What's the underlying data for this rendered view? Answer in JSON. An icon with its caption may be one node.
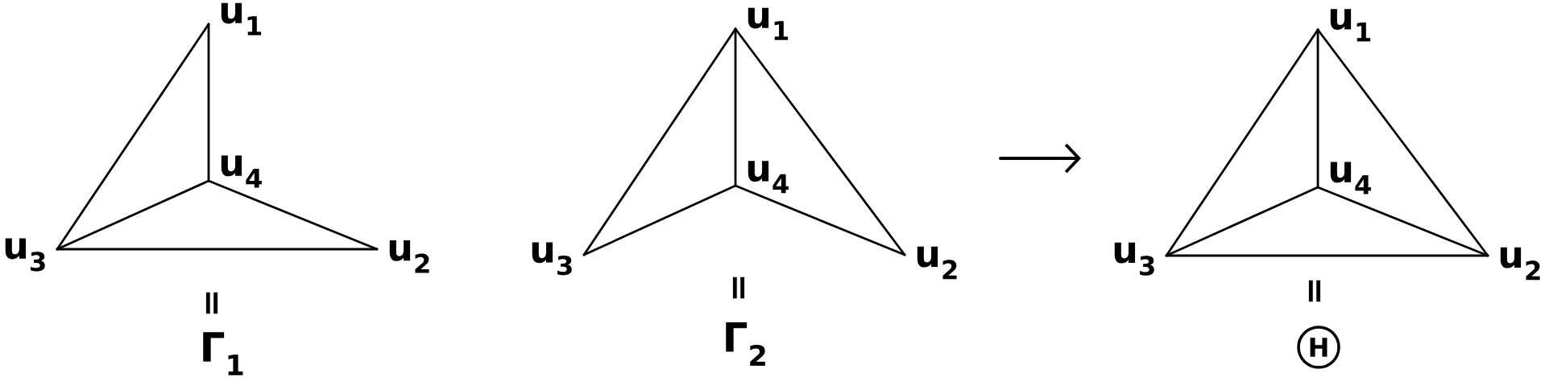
{
  "diagram": {
    "nodes": [
      {
        "text": [
          "u$_{1}$"
        ]
      },
      {
        "text": [
          "u$_{4}$"
        ]
      },
      {
        "text": [
          "u$_{3}$"
        ]
      },
      {
        "text": [
          "u$_{2}$"
        ]
      },
      {
        "text": [
          "u$_{1}$"
        ]
      },
      {
        "text": [
          "u$_{4}$"
        ]
      },
      {
        "text": [
          "u$_{3}$"
        ]
      },
      {
        "text": [
          "u$_{2}$"
        ]
      },
      {
        "text": [
          "u$_{1}$"
        ]
      },
      {
        "text": [
          "u$_{4}$"
        ]
      },
      {
        "text": [
          "u$_{3}$"
        ]
      },
      {
        "text": [
          "u$_{2}$"
        ]
      },
      {
        "text": [
          "H"
        ]
      }
    ],
    "edges": [
      {
        "from": 0,
        "to": 2,
        "arrow": "none"
      },
      {
        "from": 0,
        "to": 1,
        "arrow": "none"
      },
      {
        "from": 1,
        "to": 2,
        "arrow": "none"
      },
      {
        "from": 1,
        "to": 3,
        "arrow": "none"
      },
      {
        "from": 2,
        "to": 3,
        "arrow": "none"
      },
      {
        "from": 4,
        "to": 6,
        "arrow": "none"
      },
      {
        "from": 4,
        "to": 5,
        "arrow": "none"
      },
      {
        "from": 4,
        "to": 7,
        "arrow": "none"
      },
      {
        "from": 5,
        "to": 6,
        "arrow": "none"
      },
      {
        "from": 5,
        "to": 7,
        "arrow": "none"
      },
      {
        "from": 8,
        "to": 10,
        "arrow": "none"
      },
      {
        "from": 8,
        "to": 9,
        "arrow": "none"
      },
      {
        "from": 8,
        "to": 11,
        "arrow": "none"
      },
      {
        "from": 9,
        "to": 10,
        "arrow": "none"
      },
      {
        "from": 9,
        "to": 11,
        "arrow": "none"
      },
      {
        "from": 10,
        "to": 11,
        "arrow": "none"
      }
    ],
    "labels": [
      "=",
      "Γ$_{1}$",
      "=",
      "Γ$_{2}$",
      "="
    ]
  }
}
